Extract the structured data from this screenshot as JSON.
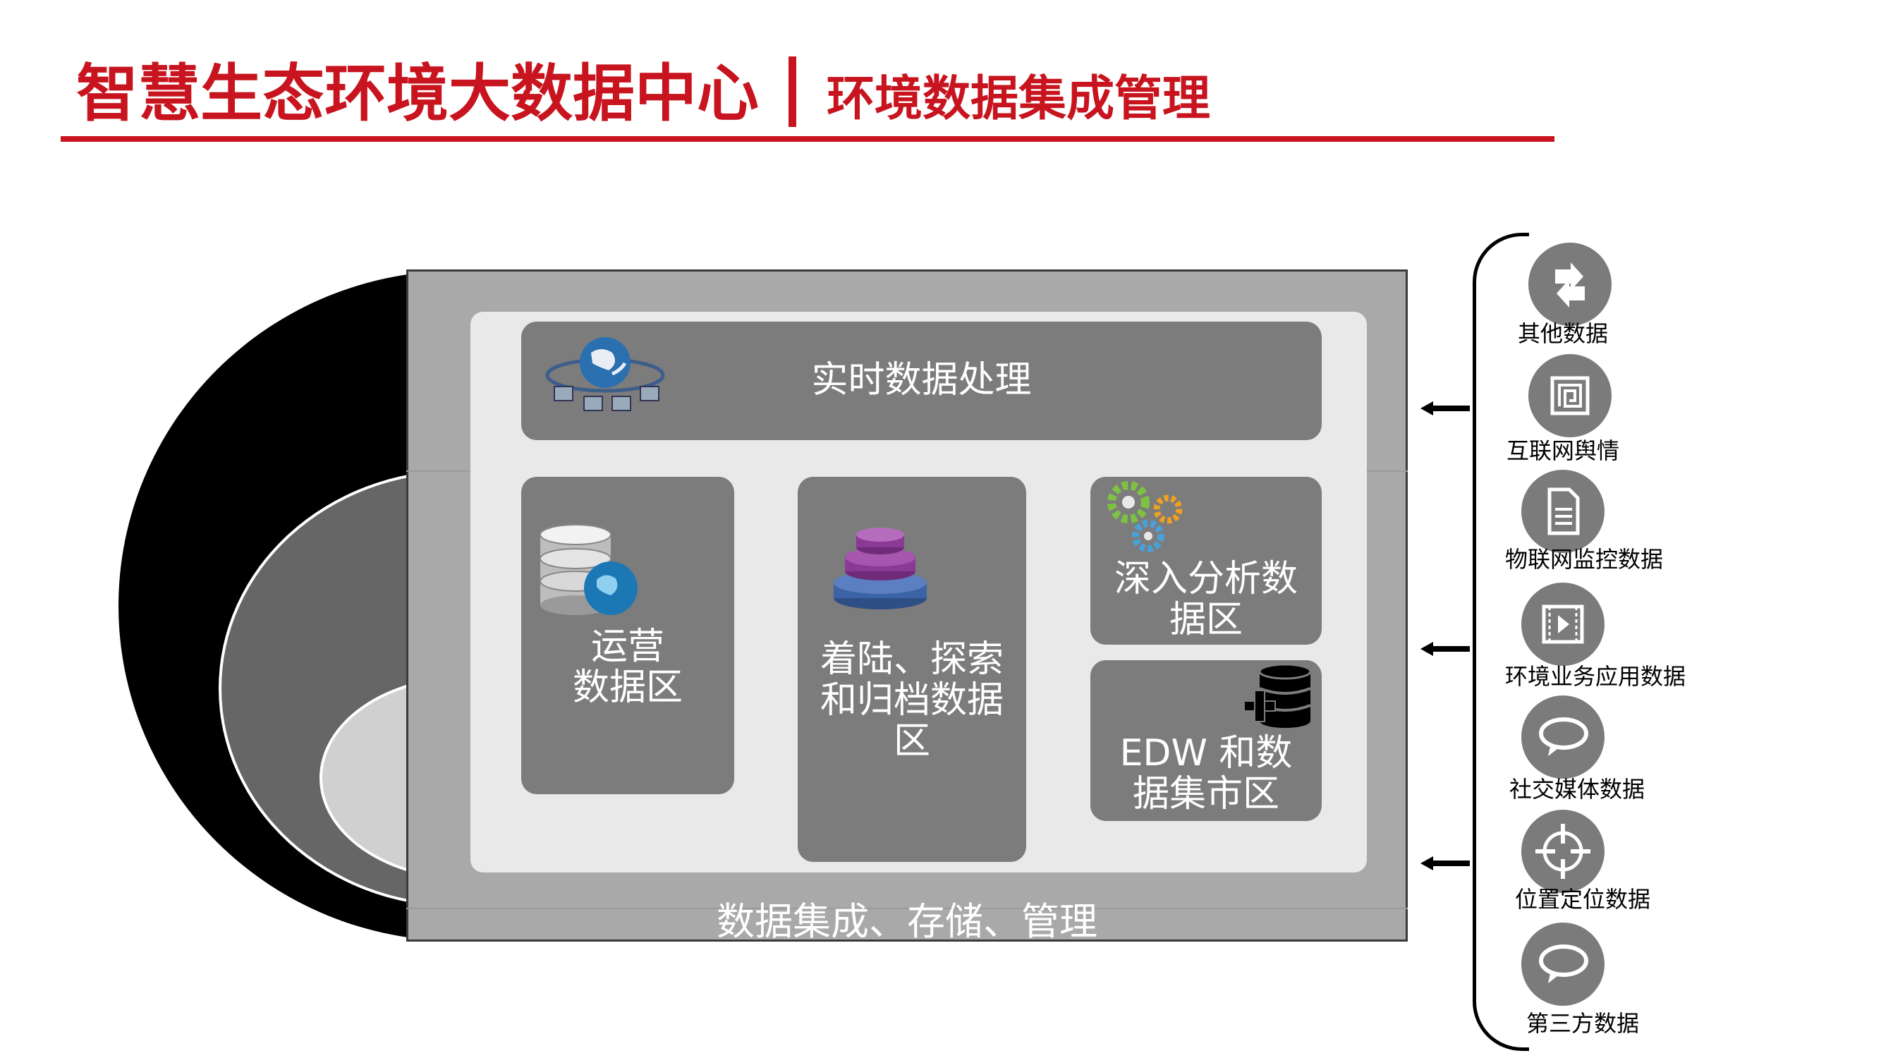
{
  "header": {
    "title": "智慧生态环境大数据中心",
    "separator": "|",
    "subtitle": "环境数据集成管理"
  },
  "diagram": {
    "realtime_label": "实时数据处理",
    "ops_label_line1": "运营",
    "ops_label_line2": "数据区",
    "landing_line1": "着陆、探索",
    "landing_line2": "和归档数据",
    "landing_line3": "区",
    "deep_line1": "深入分析数",
    "deep_line2": "据区",
    "edw_line1": "EDW 和数",
    "edw_line2": "据集市区",
    "bottom_label": "数据集成、存储、管理"
  },
  "sources": [
    {
      "label": "其他数据",
      "icon": "arrows-swap-icon"
    },
    {
      "label": "互联网舆情",
      "icon": "spiral-square-icon"
    },
    {
      "label": "物联网监控数据",
      "icon": "document-icon"
    },
    {
      "label": "环境业务应用数据",
      "icon": "video-player-icon"
    },
    {
      "label": "社交媒体数据",
      "icon": "speech-bubble-icon"
    },
    {
      "label": "位置定位数据",
      "icon": "location-target-icon"
    },
    {
      "label": "第三方数据",
      "icon": "speech-bubble-icon"
    }
  ],
  "colors": {
    "accent": "#c8141e",
    "block": "#7c7c7c",
    "frame": "#a9a9a9",
    "panel": "#e9e9e9"
  }
}
